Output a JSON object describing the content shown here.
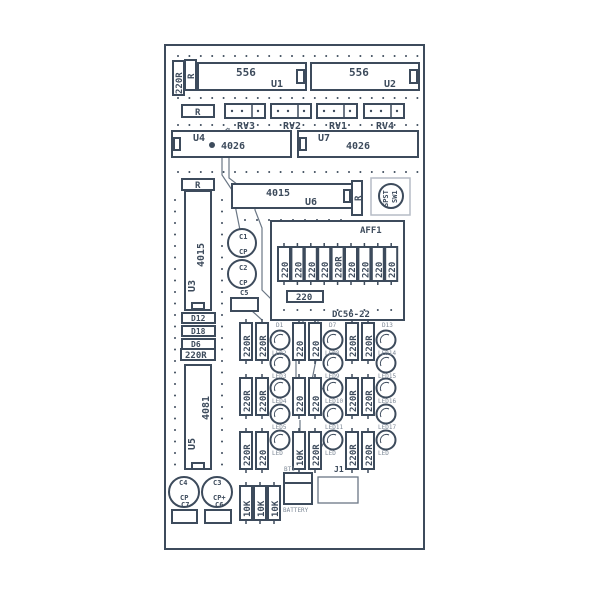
{
  "chips": {
    "u1": {
      "part": "556",
      "ref": "U1"
    },
    "u2": {
      "part": "556",
      "ref": "U2"
    },
    "u4": {
      "part": "4026",
      "ref": "U4"
    },
    "u7": {
      "part": "4026",
      "ref": "U7"
    },
    "u6": {
      "part": "4015",
      "ref": "U6"
    },
    "u3": {
      "part": "4015",
      "ref": "U3"
    },
    "u5": {
      "part": "4081",
      "ref": "U5"
    }
  },
  "pots": [
    "RV3",
    "RV2",
    "RV1",
    "RV4"
  ],
  "top_resistors": {
    "r220r": "220R",
    "r1": "R",
    "r2": "R",
    "r3": "R",
    "r_u6": "R"
  },
  "aff1": "AFF1",
  "switch": {
    "label": "SPST",
    "ref": "SW1"
  },
  "caps": {
    "c1": "C1",
    "c2": "C2",
    "c1_val": "CP",
    "c2_val": "CP",
    "c5": "C5",
    "c4": "C4",
    "c3": "C3",
    "c4_val": "CP",
    "c3_val": "CP+",
    "c7": "C7",
    "c6": "C6"
  },
  "display": {
    "ref": "DC56-22",
    "resistors": [
      "220",
      "220",
      "220",
      "220",
      "220R",
      "220",
      "220",
      "220",
      "220"
    ],
    "horizontal_resistor": "220"
  },
  "diodes": [
    "D12",
    "D18",
    "D6"
  ],
  "diode_resistor": "220R",
  "led_resistors": [
    [
      "220R",
      "220R",
      "220",
      "220",
      "220R",
      "220R"
    ],
    [
      "220R",
      "220R",
      "220",
      "220",
      "220R",
      "220R"
    ],
    [
      "220R",
      "220",
      "10K",
      "220R",
      "220R",
      "220R"
    ]
  ],
  "leds": [
    [
      "D1",
      "LED2",
      "LED3",
      "LED4",
      "LED5",
      "LED"
    ],
    [
      "D7",
      "LED8",
      "LED9",
      "LED10",
      "LED11",
      "LED"
    ],
    [
      "D13",
      "LED14",
      "LED15",
      "LED16",
      "LED17",
      "LED"
    ]
  ],
  "bottom_resistors": [
    "10K",
    "10K",
    "10K"
  ],
  "battery": {
    "ref": "BT1",
    "label": "BATTERY"
  },
  "connector": {
    "ref": "J1"
  }
}
